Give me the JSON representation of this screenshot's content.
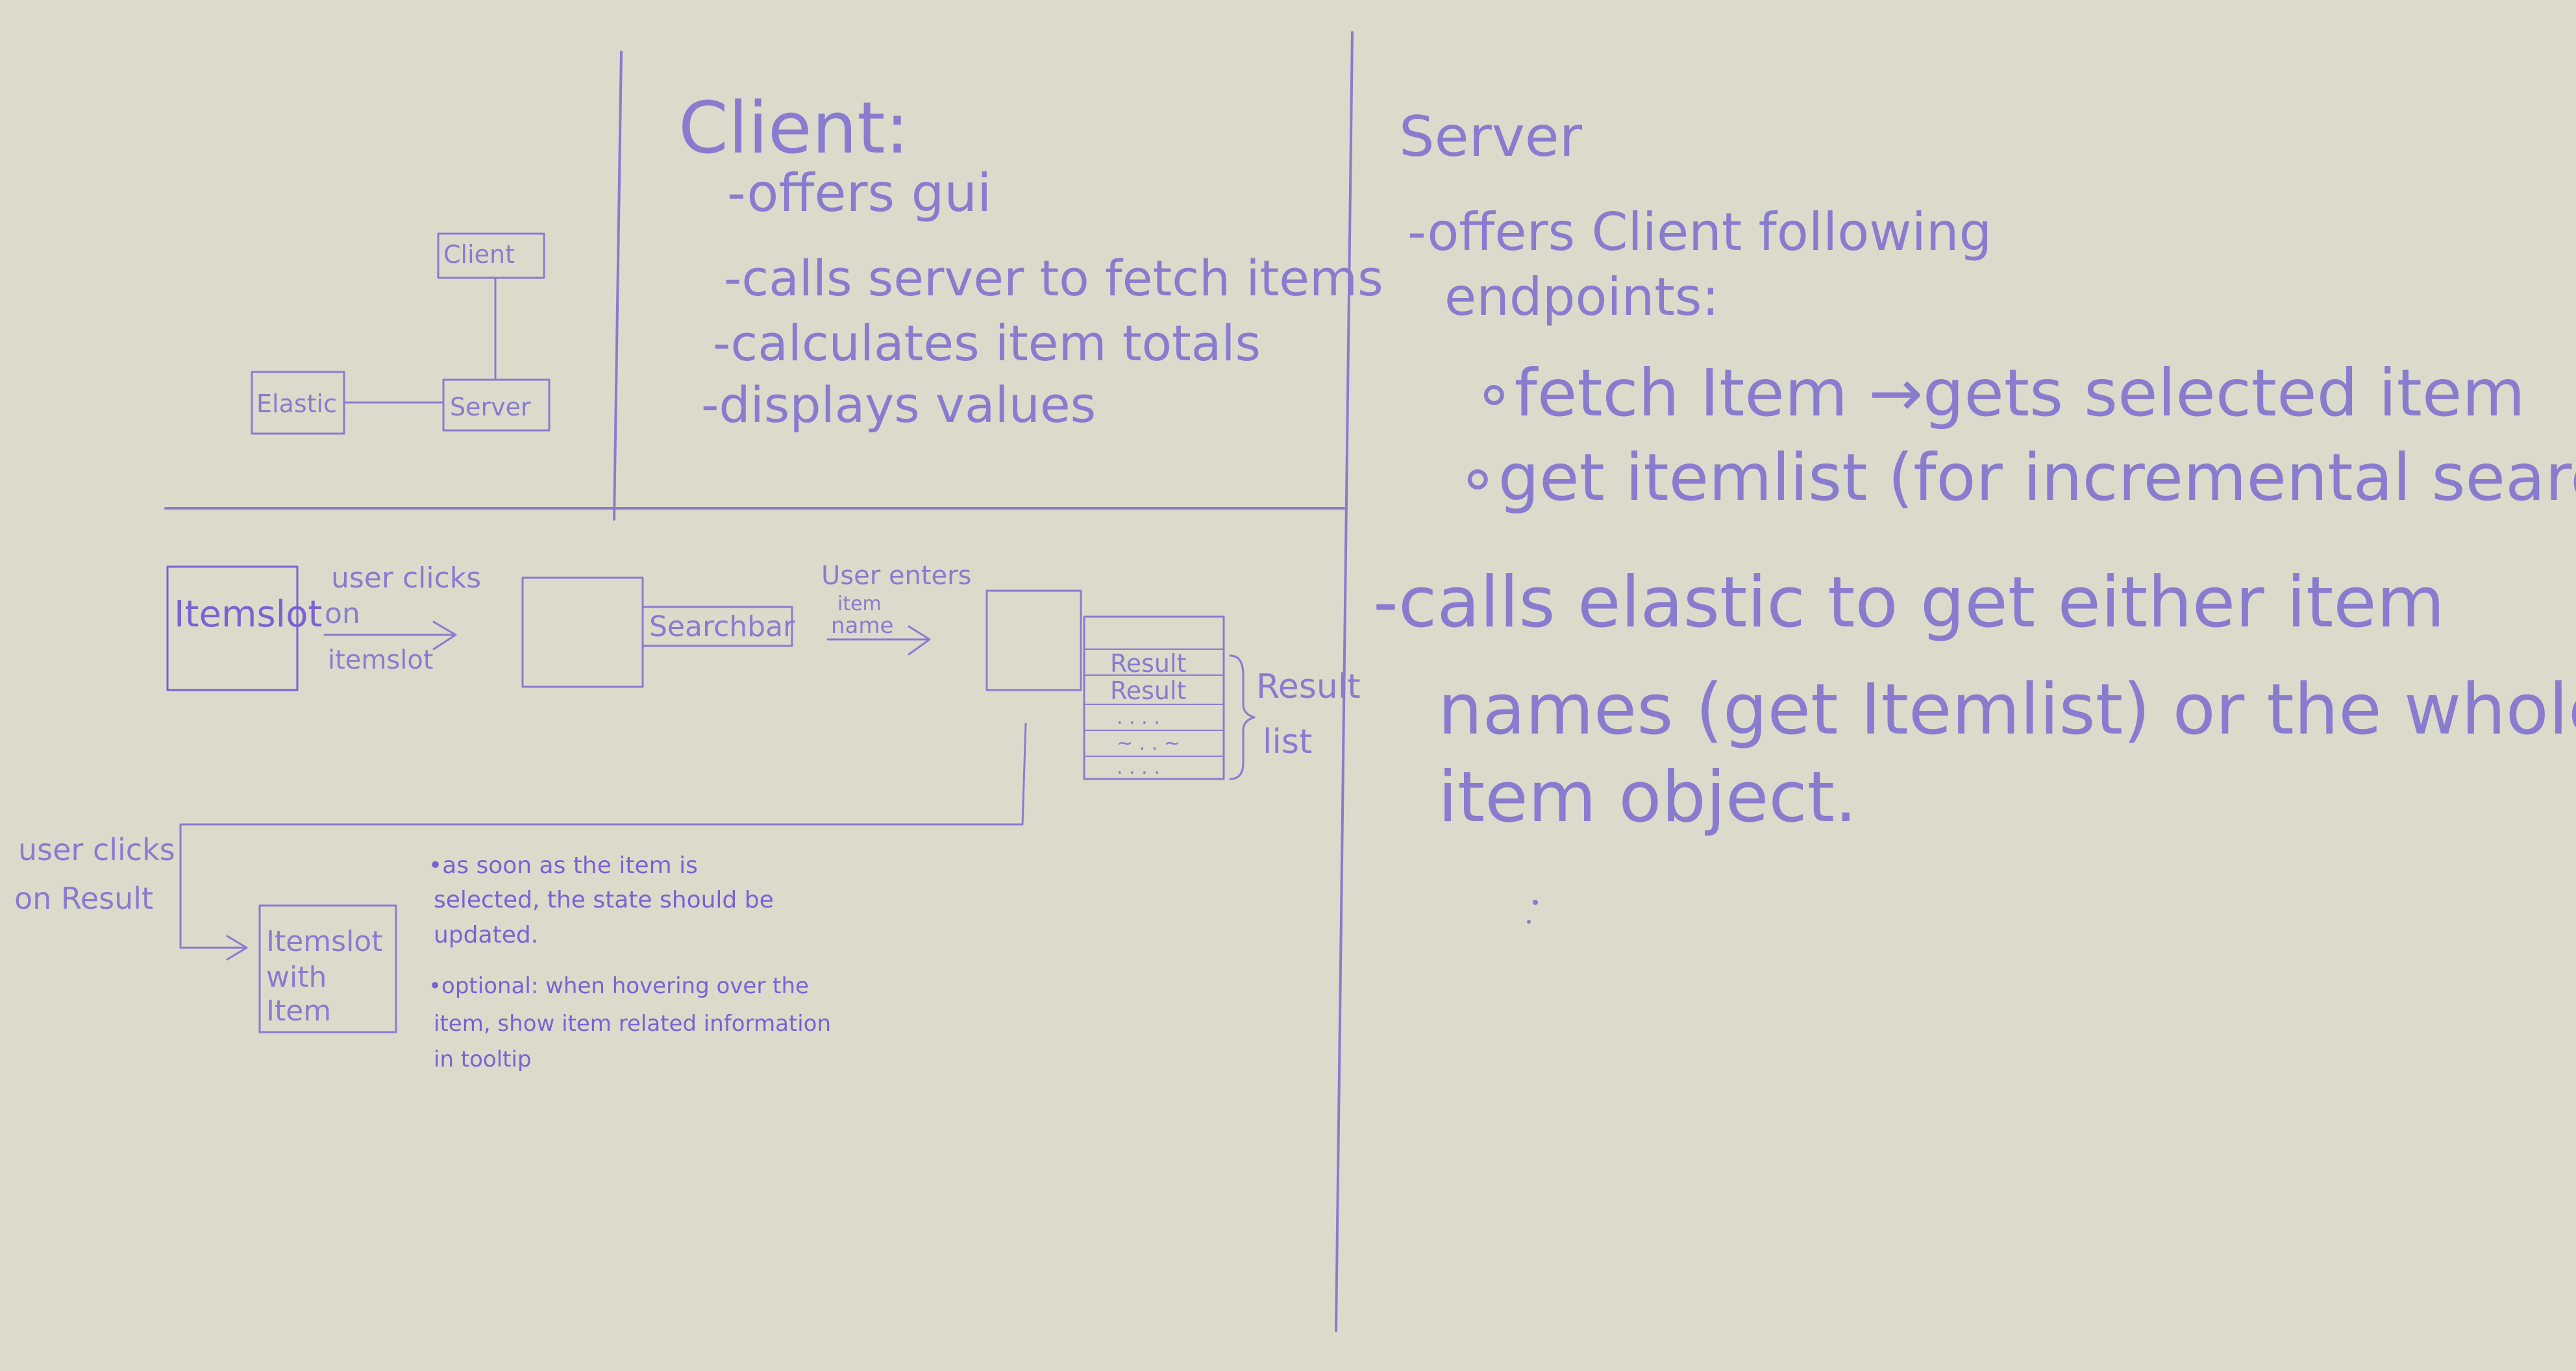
{
  "diagram": {
    "arch": {
      "client": "Client",
      "server": "Server",
      "elastic": "Elastic"
    },
    "client_notes": {
      "title": "Client:",
      "items": [
        "-offers gui",
        "-calls server to fetch items",
        "-calculates item totals",
        "-displays values"
      ]
    },
    "server_notes": {
      "title": "Server",
      "offers_line1": "-offers Client following",
      "offers_line2": "endpoints:",
      "endpoint1": "∘fetch Item →gets selected item",
      "endpoint2": "∘get itemlist (for incremental search)",
      "calls_line1": "-calls elastic  to get either item",
      "calls_line2": "names (get Itemlist) or the whole",
      "calls_line3": "item object."
    },
    "flow": {
      "itemslot": "Itemslot",
      "user_clicks_l1": "user clicks",
      "user_clicks_l2": "on",
      "user_clicks_l3": "itemslot",
      "searchbar": "Searchbar",
      "user_enters_l1": "User enters",
      "user_enters_l2": "item",
      "user_enters_l3": "name",
      "result_1": "Result",
      "result_2": "Result",
      "result_dots_1": ". . . .",
      "result_dots_2": "~ . . ~",
      "result_dots_3": ". . . .",
      "result_list_l1": "Result",
      "result_list_l2": "list",
      "user_clicks_result_l1": "user clicks",
      "user_clicks_result_l2": "on Result",
      "itemslot_with_item_l1": "Itemslot",
      "itemslot_with_item_l2": "with",
      "itemslot_with_item_l3": "Item",
      "note1_l1": "•as soon as the item is",
      "note1_l2": "selected, the state should be",
      "note1_l3": "updated.",
      "note2_l1": "•optional: when hovering over the",
      "note2_l2": "item, show item related information",
      "note2_l3": "in tooltip"
    }
  }
}
